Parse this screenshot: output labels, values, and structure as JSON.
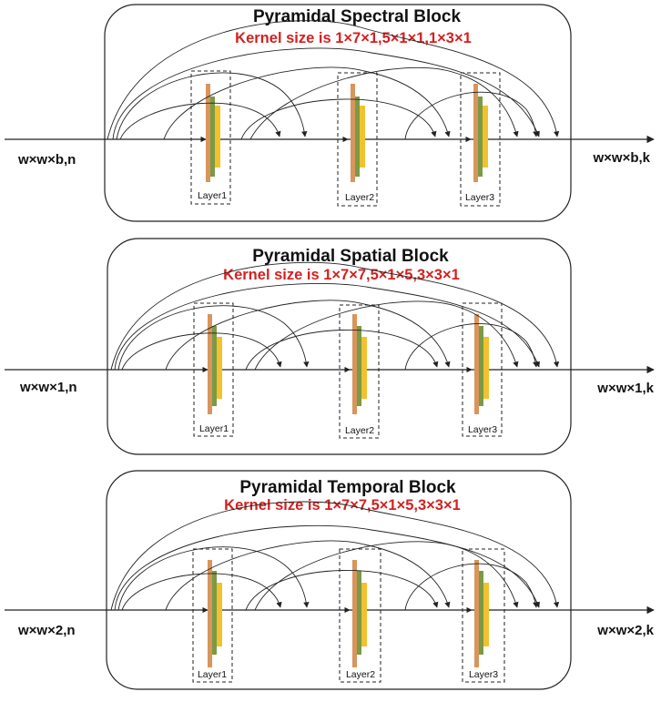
{
  "colors": {
    "kernel_text": "#d42020",
    "bar_orange": "#d8955c",
    "bar_green": "#7a9a46",
    "bar_yellow": "#f2c12e"
  },
  "blocks": [
    {
      "title": "Pyramidal Spectral Block",
      "kernel": "Kernel size is 1×7×1,5×1×1,1×3×1",
      "input_label": "w×w×b,n",
      "output_label": "w×w×b,k",
      "layers": [
        {
          "label": "Layer1"
        },
        {
          "label": "Layer2"
        },
        {
          "label": "Layer3"
        }
      ]
    },
    {
      "title": "Pyramidal Spatial Block",
      "kernel": "Kernel size is 1×7×7,5×1×5,3×3×1",
      "input_label": "w×w×1,n",
      "output_label": "w×w×1,k",
      "layers": [
        {
          "label": "Layer1"
        },
        {
          "label": "Layer2"
        },
        {
          "label": "Layer3"
        }
      ]
    },
    {
      "title": "Pyramidal Temporal Block",
      "kernel": "Kernel size is 1×7×7,5×1×5,3×3×1",
      "input_label": "w×w×2,n",
      "output_label": "w×w×2,k",
      "layers": [
        {
          "label": "Layer1"
        },
        {
          "label": "Layer2"
        },
        {
          "label": "Layer3"
        }
      ]
    }
  ]
}
